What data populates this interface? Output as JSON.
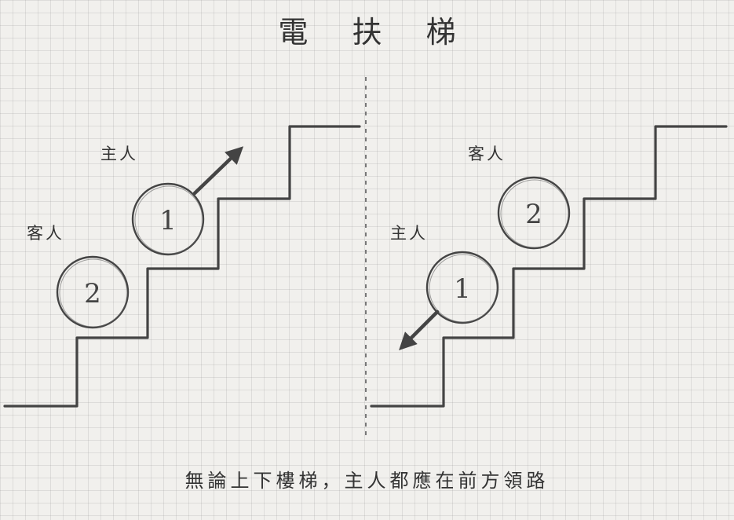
{
  "title": "電 扶 梯",
  "caption": "無論上下樓梯，主人都應在前方領路",
  "left_panel": {
    "host_label": "主人",
    "guest_label": "客人",
    "host_number": "1",
    "guest_number": "2",
    "direction": "up"
  },
  "right_panel": {
    "host_label": "主人",
    "guest_label": "客人",
    "host_number": "1",
    "guest_number": "2",
    "direction": "down"
  },
  "colors": {
    "line": "#444444",
    "divider": "#777777"
  }
}
